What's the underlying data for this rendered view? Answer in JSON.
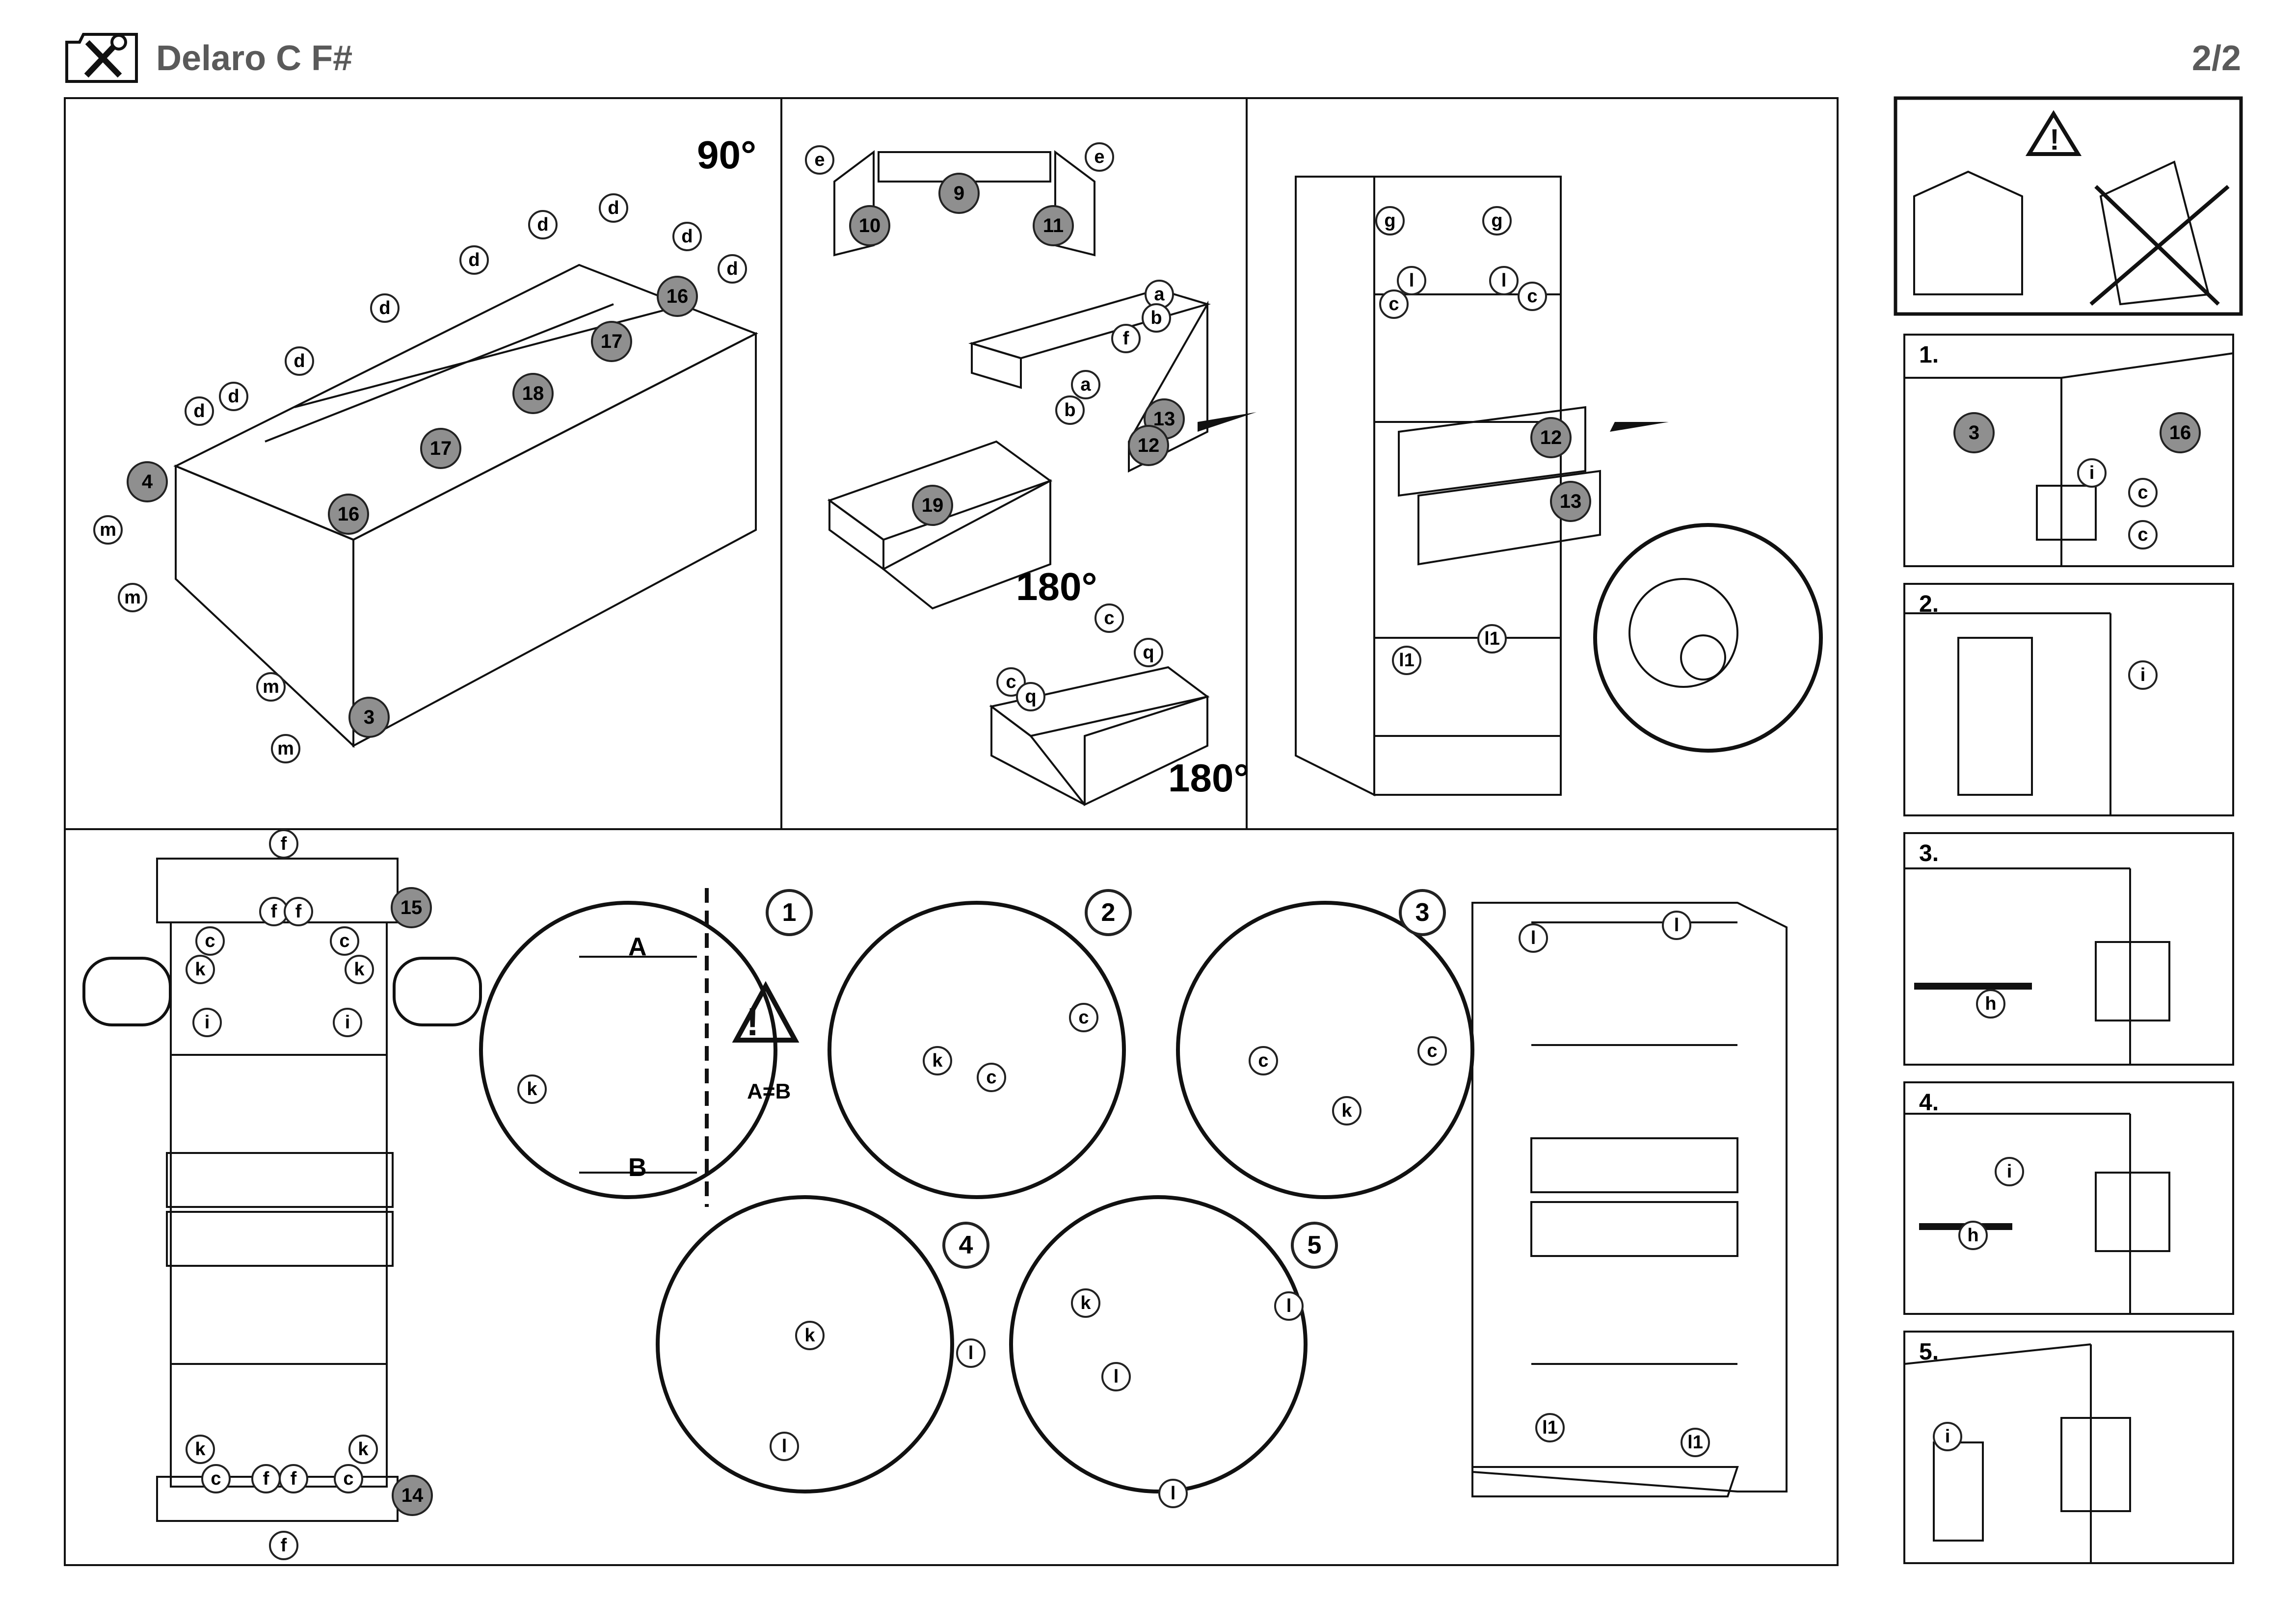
{
  "header": {
    "title": "Delaro C F#",
    "page": "2/2"
  },
  "angles": {
    "a90": "90°",
    "a180a": "180°",
    "a180b": "180°"
  },
  "hinge_note": {
    "a": "A",
    "b": "B",
    "eq": "A=B"
  },
  "steps": {
    "s1": "1",
    "s2": "2",
    "s3": "3",
    "s4": "4",
    "s5": "5"
  },
  "sidebar": {
    "step1": "1.",
    "step2": "2.",
    "step3": "3.",
    "step4": "4.",
    "step5": "5."
  },
  "parts": {
    "p3": "3",
    "p4": "4",
    "p9": "9",
    "p10": "10",
    "p11": "11",
    "p12": "12",
    "p13": "13",
    "p14": "14",
    "p15": "15",
    "p16": "16",
    "p17": "17",
    "p18": "18",
    "p19": "19"
  },
  "letters": {
    "a": "a",
    "b": "b",
    "c": "c",
    "d": "d",
    "e": "e",
    "f": "f",
    "g": "g",
    "h": "h",
    "i": "i",
    "k": "k",
    "l": "l",
    "l1": "l1",
    "m": "m",
    "q": "q"
  }
}
